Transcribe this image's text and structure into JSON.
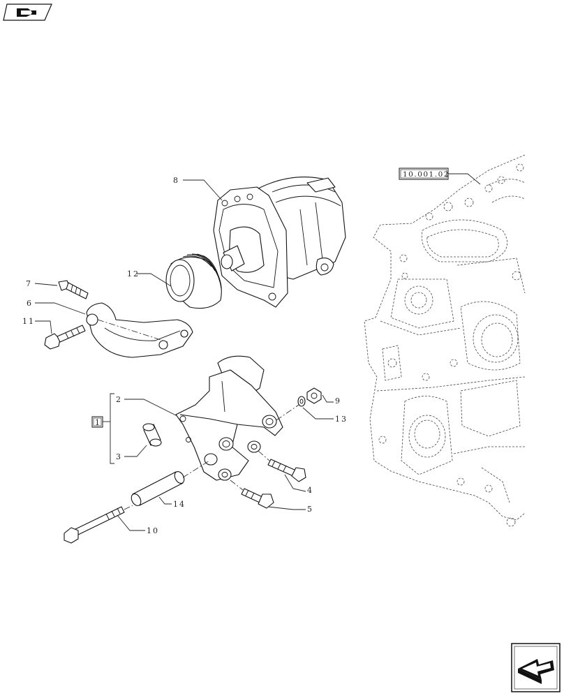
{
  "reference_box": "10.001.02",
  "group_label": "1",
  "callouts": {
    "c2": "2",
    "c3": "3",
    "c4": "4",
    "c5": "5",
    "c6": "6",
    "c7": "7",
    "c8": "8",
    "c9": "9",
    "c10": "10",
    "c11": "11",
    "c12": "12",
    "c13": "13",
    "c14": "14"
  },
  "icons": {
    "top_left": "book-nav-icon",
    "bottom_right": "next-page-arrow-icon"
  }
}
